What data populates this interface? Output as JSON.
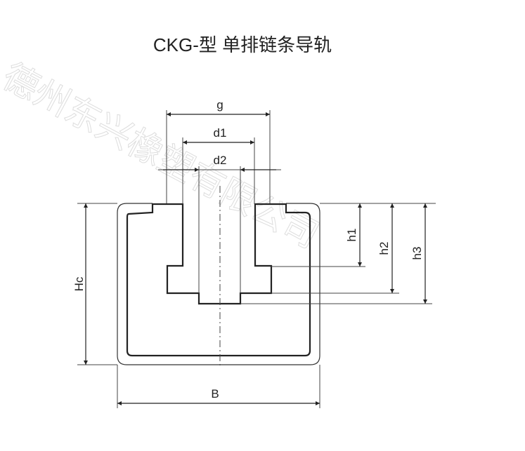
{
  "title": "CKG-型 单排链条导轨",
  "watermark": "德州东兴橡塑有限公司",
  "dimensions": {
    "g": "g",
    "d1": "d1",
    "d2": "d2",
    "Hc": "Hc",
    "B": "B",
    "h1": "h1",
    "h2": "h2",
    "h3": "h3"
  }
}
